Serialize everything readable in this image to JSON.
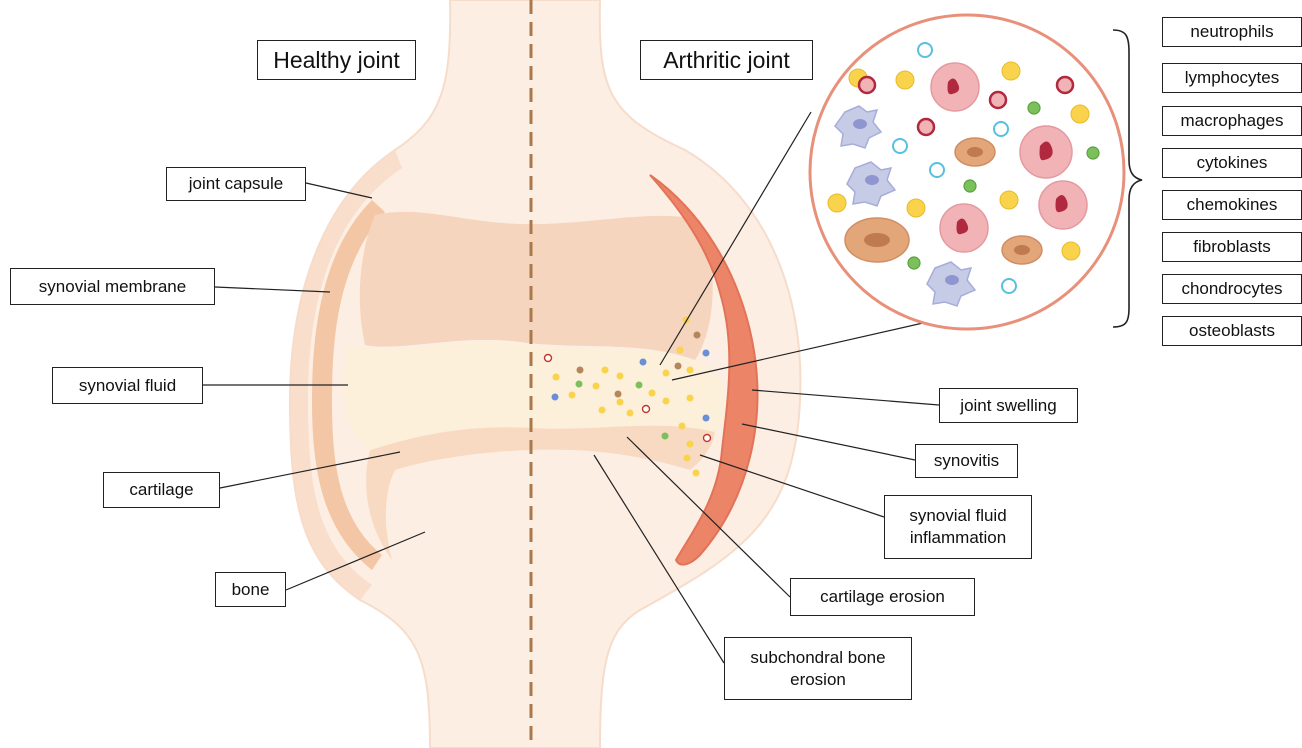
{
  "titles": {
    "healthy": "Healthy joint",
    "arthritic": "Arthritic joint"
  },
  "labels": {
    "joint_capsule": "joint capsule",
    "synovial_membrane": "synovial membrane",
    "synovial_fluid": "synovial fluid",
    "cartilage": "cartilage",
    "bone": "bone",
    "joint_swelling": "joint swelling",
    "synovitis": "synovitis",
    "synovial_fluid_inflammation": "synovial fluid inflammation",
    "cartilage_erosion": "cartilage erosion",
    "subchondral_bone_erosion": "subchondral bone erosion"
  },
  "cell_types": [
    "neutrophils",
    "lymphocytes",
    "macrophages",
    "cytokines",
    "chemokines",
    "fibroblasts",
    "chondrocytes",
    "osteoblasts"
  ],
  "colors": {
    "bone": "#fce9dd",
    "capsule": "#f6d4bd",
    "cartilage": "#f9dcc5",
    "synovial_fluid": "#fdf1dc",
    "inflamed_synovium": "#ec8468",
    "divider": "#a9794b",
    "zoom_circle_border": "#e8907a",
    "neutrophil": "#f1b3b5",
    "lymphocyte": "#c6cbe6",
    "cytokine": "#f9d34b",
    "chemokine": "#7ccfe5",
    "fibroblast": "#e3a678",
    "red_cell_ring": "#b0293e",
    "green_dot": "#7cc05c"
  }
}
